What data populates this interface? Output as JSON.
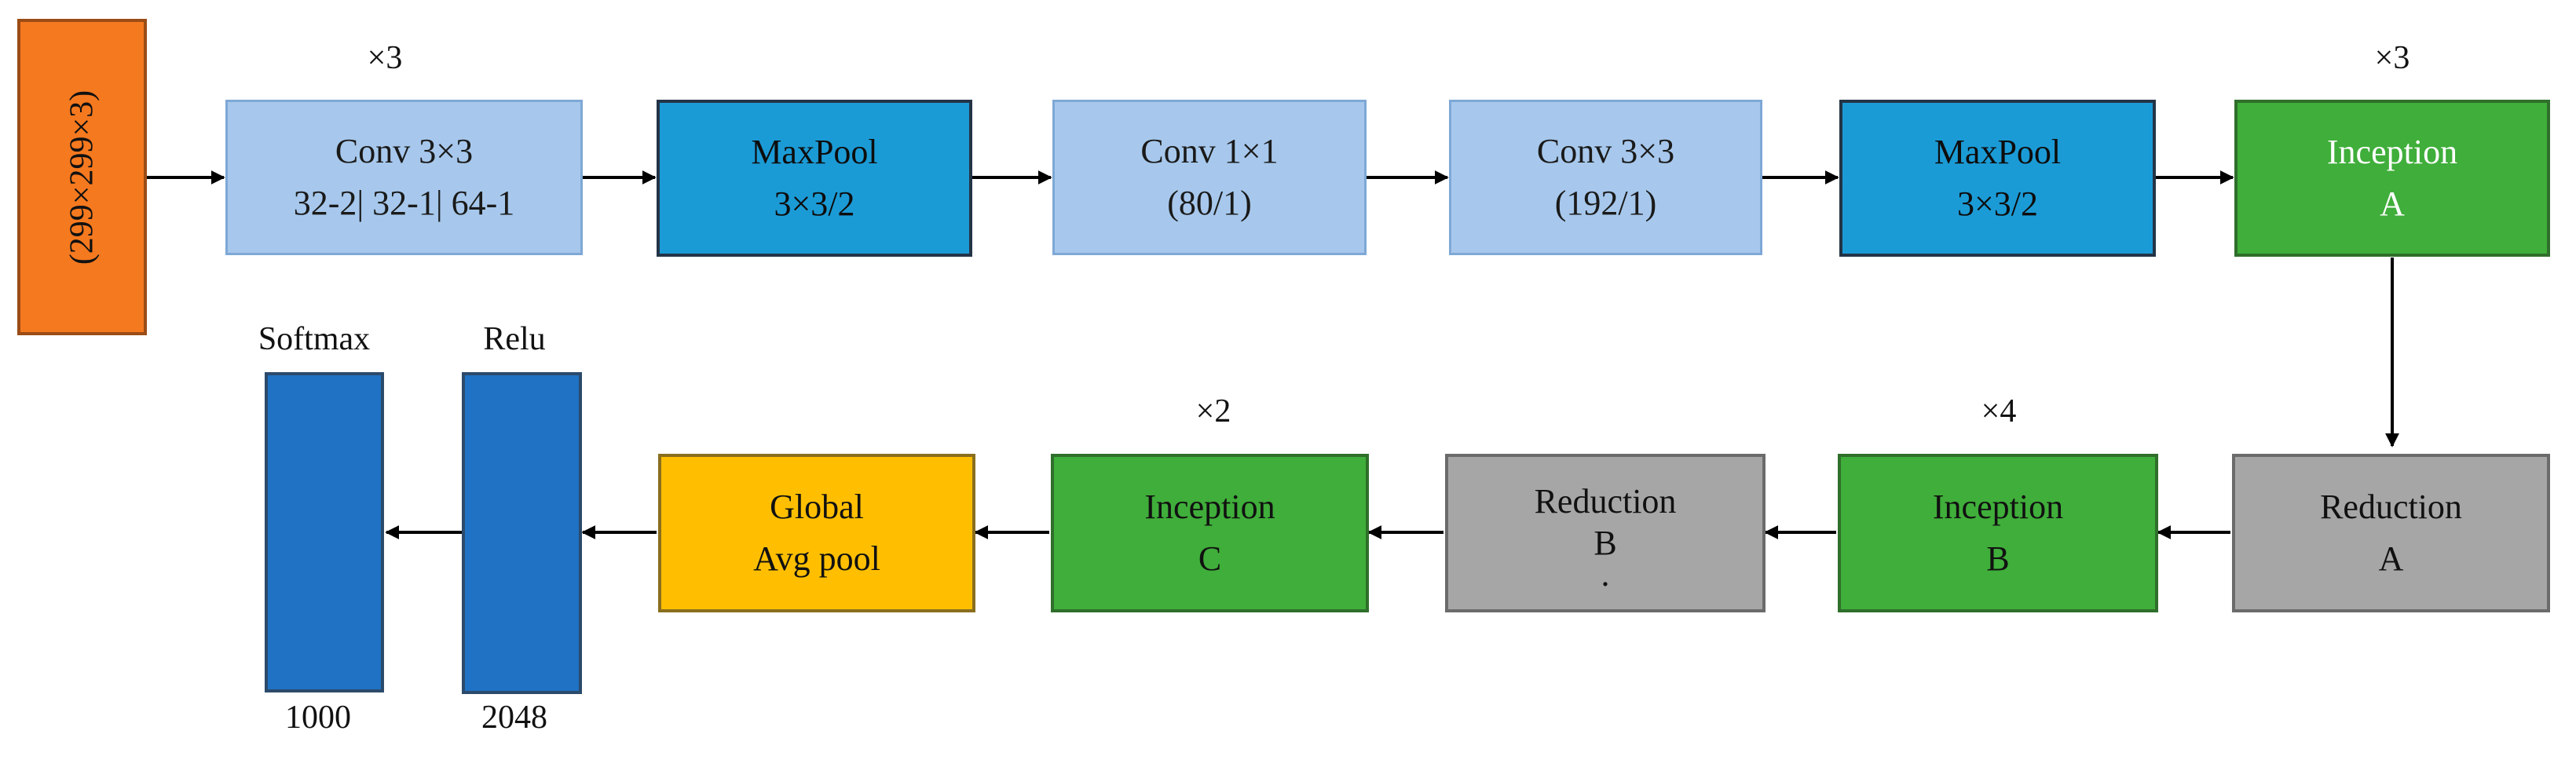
{
  "input": {
    "label": "(299×299×3)"
  },
  "top_row": {
    "conv1": {
      "line1": "Conv 3×3",
      "line2": "32-2| 32-1| 64-1",
      "repeat": "×3"
    },
    "maxpool1": {
      "line1": "MaxPool",
      "line2": "3×3/2"
    },
    "conv2": {
      "line1": "Conv 1×1",
      "line2": "(80/1)"
    },
    "conv3": {
      "line1": "Conv 3×3",
      "line2": "(192/1)"
    },
    "maxpool2": {
      "line1": "MaxPool",
      "line2": "3×3/2"
    },
    "inception_a": {
      "line1": "Inception",
      "line2": "A",
      "repeat": "×3"
    }
  },
  "bottom_row": {
    "reduction_a": {
      "line1": "Reduction",
      "line2": "A"
    },
    "inception_b": {
      "line1": "Inception",
      "line2": "B",
      "repeat": "×4"
    },
    "reduction_b": {
      "line1": "Reduction",
      "line2": "B",
      "line3": "."
    },
    "inception_c": {
      "line1": "Inception",
      "line2": "C",
      "repeat": "×2"
    },
    "global_pool": {
      "line1": "Global",
      "line2": "Avg pool"
    },
    "relu": {
      "top": "Relu",
      "bottom": "2048"
    },
    "softmax": {
      "top": "Softmax",
      "bottom": "1000"
    }
  }
}
